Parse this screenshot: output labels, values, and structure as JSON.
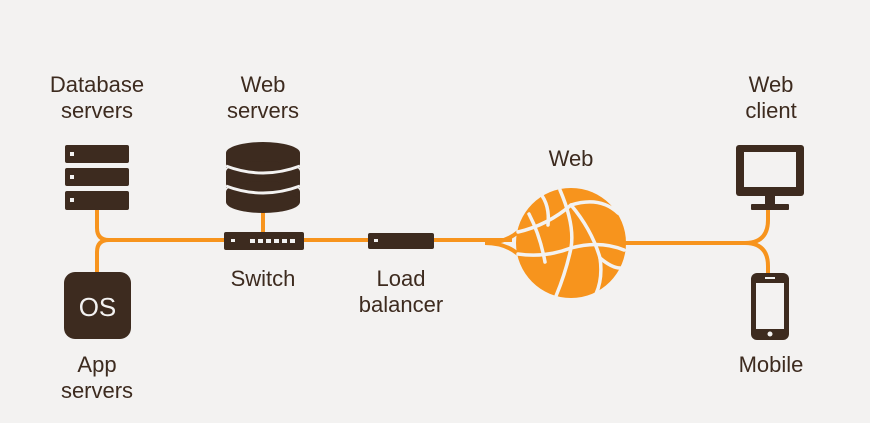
{
  "labels": {
    "database_servers": [
      "Database",
      "servers"
    ],
    "web_servers": [
      "Web",
      "servers"
    ],
    "app_servers": [
      "App",
      "servers"
    ],
    "switch": "Switch",
    "load_balancer": [
      "Load",
      "balancer"
    ],
    "web": "Web",
    "web_client": [
      "Web",
      "client"
    ],
    "mobile": "Mobile",
    "os_badge": "OS"
  },
  "icons": {
    "database_servers": "server-rack-icon",
    "web_servers": "database-cylinder-icon",
    "app_servers": "os-icon",
    "switch": "network-switch-icon",
    "load_balancer": "load-balancer-icon",
    "web": "globe-icon",
    "web_client": "monitor-icon",
    "mobile": "smartphone-icon"
  },
  "colors": {
    "accent": "#f7941d",
    "dark": "#3d2b1f",
    "background": "#f3f2f1"
  }
}
